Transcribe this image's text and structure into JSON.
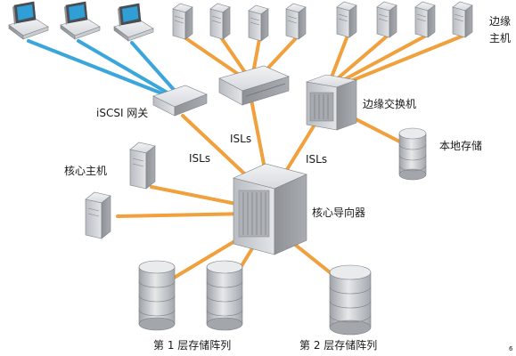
{
  "labels": {
    "edge_hosts_line1": "边缘",
    "edge_hosts_line2": "主机",
    "iscsi_gateway": "iSCSI 网关",
    "edge_switch": "边缘交换机",
    "local_storage": "本地存储",
    "core_hosts": "核心主机",
    "core_director": "核心导向器",
    "isl_left": "ISLs",
    "isl_center": "ISLs",
    "isl_right": "ISLs",
    "tier1_storage": "第 1 层存储阵列",
    "tier2_storage": "第 2 层存储阵列",
    "page_mark": "6"
  },
  "colors": {
    "fc_link": "#f0a03c",
    "ethernet_link": "#3aa6dc",
    "device_fill": "#cfd2d6",
    "device_dark": "#8e9297"
  },
  "icons": {
    "workstation": "desktop-computer-icon",
    "server": "tower-server-icon",
    "gateway": "network-appliance-icon",
    "switch": "fabric-switch-icon",
    "director": "director-chassis-icon",
    "storage": "disk-array-icon",
    "cylinder": "disk-storage-icon"
  }
}
